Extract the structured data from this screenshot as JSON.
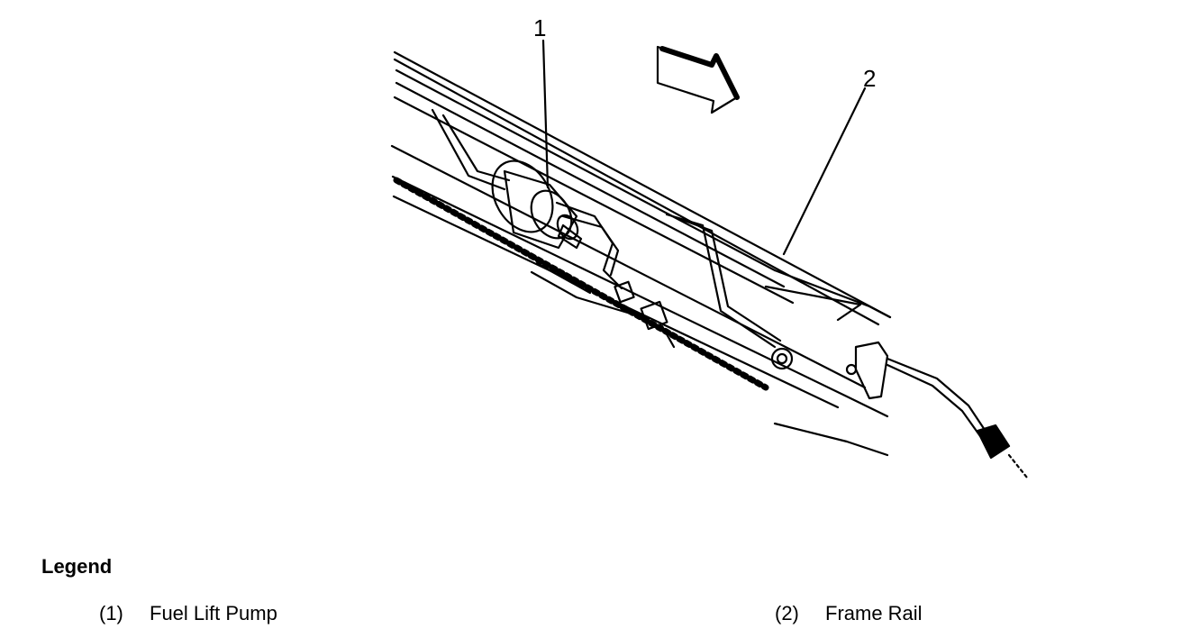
{
  "diagram": {
    "callouts": {
      "one": "1",
      "two": "2"
    }
  },
  "legend": {
    "title": "Legend",
    "items": [
      {
        "number": "(1)",
        "label": "Fuel Lift Pump"
      },
      {
        "number": "(2)",
        "label": "Frame Rail"
      }
    ]
  }
}
